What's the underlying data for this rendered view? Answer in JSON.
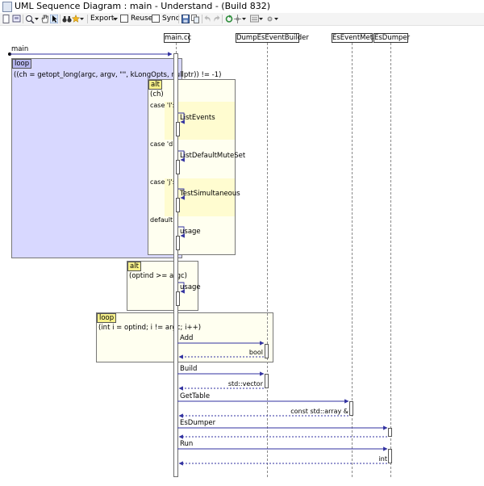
{
  "window": {
    "title": "UML Sequence Diagram : main - Understand - (Build 832)"
  },
  "toolbar": {
    "export_label": "Export",
    "reuse_label": "Reuse",
    "sync_label": "Sync"
  },
  "colors": {
    "loop_frame_fill": "#d8d8ff",
    "alt_frame_fill": "#fffff0",
    "case_band_fill": "#fffcd0",
    "frame_tag_fill": "#f6f08a",
    "outer_loop_tag_fill": "#b8b8f0",
    "message_color": "#3232a0"
  },
  "lifelines": [
    {
      "name": "main.cc"
    },
    {
      "name": "DumpEsEventBuilder"
    },
    {
      "name": "EsEventMeta"
    },
    {
      "name": "EsDumper"
    }
  ],
  "entry": {
    "label": "main"
  },
  "loop1": {
    "tag": "loop",
    "guard": "((ch = getopt_long(argc, argv, \"\", kLongOpts, nullptr)) != -1)"
  },
  "alt1": {
    "tag": "alt",
    "guard": "(ch)",
    "cases": [
      {
        "label": "case 'l':",
        "message": "ListEvents"
      },
      {
        "label": "case 'd':",
        "message": "ListDefaultMuteSet"
      },
      {
        "label": "case 'j':",
        "message": "TestSimultaneous"
      },
      {
        "label": "default:",
        "message": "usage"
      }
    ]
  },
  "alt2": {
    "tag": "alt",
    "guard": "(optind >= argc)",
    "message": "usage"
  },
  "loop2": {
    "tag": "loop",
    "guard": "(int i = optind; i != argc; i++)",
    "calls": [
      {
        "label": "Add",
        "return": "bool"
      },
      {
        "label": "Build",
        "return": "std::vector"
      },
      {
        "label": "GetTable",
        "return": "const std::array &"
      },
      {
        "label": "EsDumper",
        "return": ""
      },
      {
        "label": "Run",
        "return": "int"
      }
    ]
  }
}
